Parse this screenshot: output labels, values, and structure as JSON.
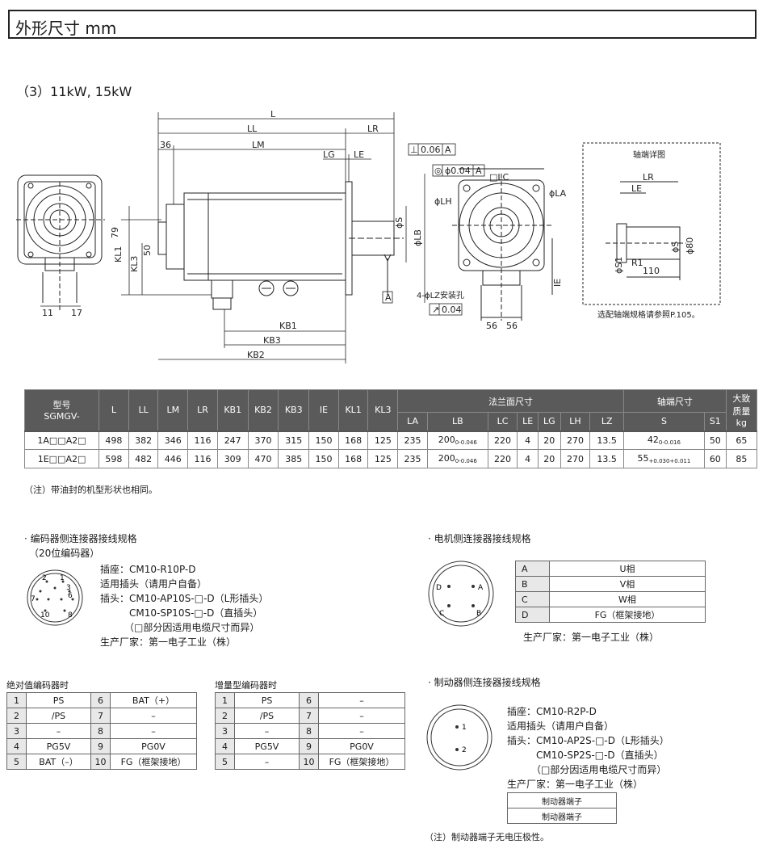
{
  "header": {
    "title": "外形尺寸 mm"
  },
  "section": {
    "subtitle": "（3）11kW, 15kW"
  },
  "drawing": {
    "dims": {
      "L": "L",
      "LL": "LL",
      "LR": "LR",
      "LM": "LM",
      "d36": "36",
      "LG": "LG",
      "LE": "LE",
      "KB1": "KB1",
      "KB2": "KB2",
      "KB3": "KB3",
      "KL1": "KL1",
      "KL3": "KL3",
      "d79": "79",
      "d50": "50",
      "d11": "11",
      "d17": "17",
      "phiS": "ϕS",
      "phiLB": "ϕLB",
      "datumA": "A",
      "perp": "⊥",
      "perp_val": "0.06",
      "perp_ref": "A",
      "conc": "◎",
      "conc_val": "ϕ0.04",
      "conc_ref": "A",
      "runout_sym": "↗",
      "runout_val": "0.04",
      "squareLC": "□LC",
      "phiLA": "ϕLA",
      "phiLH": "ϕLH",
      "IE": "IE",
      "hole": "4-ϕLZ安装孔",
      "d56a": "56",
      "d56b": "56"
    },
    "detail": {
      "title": "轴端详图",
      "LR": "LR",
      "LE": "LE",
      "phiS": "ϕS",
      "phi80": "ϕ80",
      "phiS1": "ϕS1",
      "R1": "R1",
      "d110": "110",
      "note": "选配轴端规格请参照P.105。"
    }
  },
  "spec_table": {
    "model_label_1": "型号",
    "model_label_2": "SGMGV-",
    "cols": [
      "L",
      "LL",
      "LM",
      "LR",
      "KB1",
      "KB2",
      "KB3",
      "IE",
      "KL1",
      "KL3"
    ],
    "flange_title": "法兰面尺寸",
    "flange_cols": [
      "LA",
      "LB",
      "LC",
      "LE",
      "LG",
      "LH",
      "LZ"
    ],
    "shaft_title": "轴端尺寸",
    "shaft_cols": [
      "S",
      "S1"
    ],
    "mass_title_1": "大致",
    "mass_title_2": "质量",
    "mass_unit": "kg",
    "rows": [
      {
        "model": "1A□□A2□",
        "vals": [
          "498",
          "382",
          "346",
          "116",
          "247",
          "370",
          "315",
          "150",
          "168",
          "125"
        ],
        "LA": "235",
        "LB": "200",
        "LB_tol": "0-0.046",
        "LC": "220",
        "LE": "4",
        "LG": "20",
        "LH": "270",
        "LZ": "13.5",
        "S": "42",
        "S_tol": "0-0.016",
        "S1": "50",
        "mass": "65"
      },
      {
        "model": "1E□□A2□",
        "vals": [
          "598",
          "482",
          "446",
          "116",
          "309",
          "470",
          "385",
          "150",
          "168",
          "125"
        ],
        "LA": "235",
        "LB": "200",
        "LB_tol": "0-0.046",
        "LC": "220",
        "LE": "4",
        "LG": "20",
        "LH": "270",
        "LZ": "13.5",
        "S": "55",
        "S_tol": "+0.030+0.011",
        "S1": "60",
        "mass": "85"
      }
    ],
    "note": "（注）带油封的机型形状也相同。"
  },
  "encoder": {
    "title": "· 编码器侧连接器接线规格",
    "subtitle": "（20位编码器）",
    "lines": [
      "插座：CM10-R10P-D",
      "适用插头（请用户自备）",
      "插头：CM10-AP10S-□-D（L形插头）",
      "　　　CM10-SP10S-□-D（直插头）",
      "　　　（□部分因适用电缆尺寸而异）",
      "生产厂家：第一电子工业（株）"
    ],
    "pins": [
      "1",
      "2",
      "3",
      "6",
      "7",
      "8",
      "10"
    ]
  },
  "motor": {
    "title": "· 电机侧连接器接线规格",
    "rows": [
      {
        "k": "A",
        "v": "U相"
      },
      {
        "k": "B",
        "v": "V相"
      },
      {
        "k": "C",
        "v": "W相"
      },
      {
        "k": "D",
        "v": "FG（框架接地）"
      }
    ],
    "maker": "生产厂家：第一电子工业（株）",
    "pins": [
      "D",
      "A",
      "C",
      "B"
    ]
  },
  "abs_enc": {
    "title": "绝对值编码器时",
    "rows": [
      [
        "1",
        "PS",
        "6",
        "BAT（+）"
      ],
      [
        "2",
        "/PS",
        "7",
        "–"
      ],
      [
        "3",
        "–",
        "8",
        "–"
      ],
      [
        "4",
        "PG5V",
        "9",
        "PG0V"
      ],
      [
        "5",
        "BAT（–）",
        "10",
        "FG（框架接地）"
      ]
    ]
  },
  "inc_enc": {
    "title": "增量型编码器时",
    "rows": [
      [
        "1",
        "PS",
        "6",
        "–"
      ],
      [
        "2",
        "/PS",
        "7",
        "–"
      ],
      [
        "3",
        "–",
        "8",
        "–"
      ],
      [
        "4",
        "PG5V",
        "9",
        "PG0V"
      ],
      [
        "5",
        "–",
        "10",
        "FG（框架接地）"
      ]
    ]
  },
  "brake": {
    "title": "· 制动器侧连接器接线规格",
    "lines": [
      "插座：CM10-R2P-D",
      "适用插头（请用户自备）",
      "插头：CM10-AP2S-□-D（L形插头）",
      "　　　CM10-SP2S-□-D（直插头）",
      "　　　（□部分因适用电缆尺寸而异）",
      "生产厂家：第一电子工业（株）"
    ],
    "terminals": [
      "制动器端子",
      "制动器端子"
    ],
    "pins": [
      "1",
      "2"
    ],
    "note": "（注）制动器端子无电压极性。"
  }
}
